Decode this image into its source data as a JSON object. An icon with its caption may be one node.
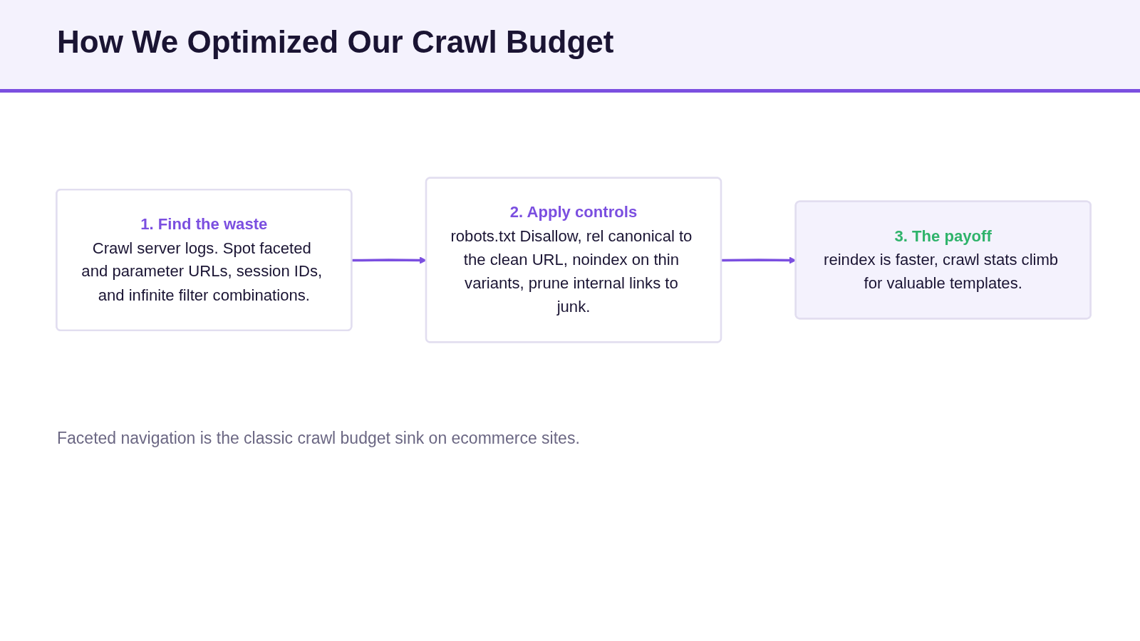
{
  "diagram": {
    "title": "How We Optimized Our Crawl Budget",
    "nodes": [
      {
        "text": [
          "1. Find the waste",
          "Crawl server logs. Spot faceted and parameter URLs, session IDs, and infinite filter combinations."
        ]
      },
      {
        "text": [
          "2. Apply controls",
          "robots.txt Disallow, rel canonical to the clean URL, noindex on thin variants, prune internal links to junk."
        ]
      },
      {
        "text": [
          "3. The payoff",
          "reindex is faster, crawl stats climb for valuable templates."
        ]
      }
    ],
    "edges": [
      {
        "from": 0,
        "to": 1,
        "arrow": "to"
      },
      {
        "from": 1,
        "to": 2,
        "arrow": "to"
      }
    ],
    "caption": "Faceted navigation is the classic crawl budget sink on ecommerce sites."
  }
}
